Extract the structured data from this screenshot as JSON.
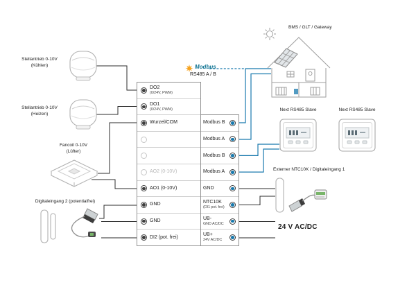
{
  "colors": {
    "modbus_blue": "#1879ad",
    "star_orange": "#f6a21d",
    "wire_black": "#2b2b2b"
  },
  "top": {
    "modbus_logo_text": "Modbus",
    "rs485_label": "RS485 A / B",
    "bms_label": "BMS / GLT / Gateway"
  },
  "left_devices": [
    {
      "label": "Stellantrieb 0-10V",
      "sublabel": "(Kühlen)"
    },
    {
      "label": "Stellantrieb 0-10V",
      "sublabel": "(Heizen)"
    },
    {
      "label": "Fancoil 0-10V",
      "sublabel": "(Lüfter)"
    },
    {
      "label": "Digitaleingang 2 (potentialfrei)"
    }
  ],
  "right_devices": {
    "slave1_label": "Next RS485 Slave",
    "slave2_label": "Next RS485 Slave",
    "ntc_label": "Externer NTC10K / Digitaleingang 1",
    "power_label": "24 V AC/DC"
  },
  "terminal_block": {
    "left_rows": [
      {
        "label": "DO2",
        "sublabel": "(0/24V, PWM)"
      },
      {
        "label": "DO1",
        "sublabel": "(0/24V, PWM)"
      },
      {
        "label": "Wurzel/COM"
      },
      {
        "label": ""
      },
      {
        "label": ""
      },
      {
        "label": "AO2 (0-10V)"
      },
      {
        "label": "AO1 (0-10V)"
      },
      {
        "label": "GND"
      },
      {
        "label": "GND"
      },
      {
        "label": "DI2 (pot. frei)"
      }
    ],
    "right_rows": [
      {
        "label": "Modbus B"
      },
      {
        "label": "Modbus A"
      },
      {
        "label": "Modbus B"
      },
      {
        "label": "Modbus A"
      },
      {
        "label": "GND"
      },
      {
        "label": "NTC10K",
        "sublabel": "(DI1 pot. frei)"
      },
      {
        "label": "UB-",
        "sublabel": "GND AC/DC"
      },
      {
        "label": "UB+",
        "sublabel": "24V AC/DC"
      }
    ]
  }
}
